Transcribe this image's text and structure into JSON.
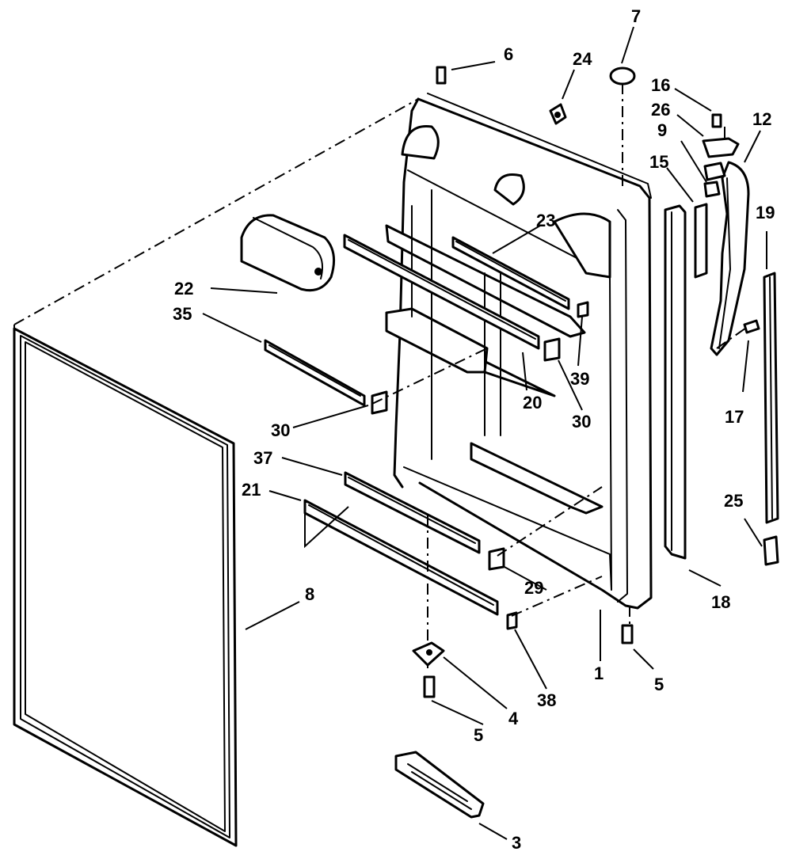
{
  "parts": [
    {
      "id": "door-liner",
      "callout": "1"
    },
    {
      "id": "door-gasket",
      "callout": "8"
    },
    {
      "id": "lower-hinge",
      "callout": "4"
    },
    {
      "id": "screw",
      "callout": "5"
    },
    {
      "id": "top-screw",
      "callout": "6"
    },
    {
      "id": "plug",
      "callout": "7"
    },
    {
      "id": "handle-bracket",
      "callout": "9"
    },
    {
      "id": "handle",
      "callout": "12"
    },
    {
      "id": "spacer",
      "callout": "15"
    },
    {
      "id": "handle-screw",
      "callout": "16"
    },
    {
      "id": "trim-screw",
      "callout": "17"
    },
    {
      "id": "door-trim",
      "callout": "18"
    },
    {
      "id": "handle-trim",
      "callout": "19"
    },
    {
      "id": "shelf-bar",
      "callout": "20"
    },
    {
      "id": "shelf-rail",
      "callout": "21"
    },
    {
      "id": "dairy-door",
      "callout": "22"
    },
    {
      "id": "upper-shelf-bar",
      "callout": "23"
    },
    {
      "id": "door-stop",
      "callout": "24"
    },
    {
      "id": "end-cap",
      "callout": "25"
    },
    {
      "id": "handle-cap",
      "callout": "26"
    },
    {
      "id": "shelf-end-lower",
      "callout": "29"
    },
    {
      "id": "shelf-end",
      "callout": "30"
    },
    {
      "id": "bar-rail",
      "callout": "35"
    },
    {
      "id": "lower-bar",
      "callout": "37"
    },
    {
      "id": "rail-clip",
      "callout": "38"
    },
    {
      "id": "upper-clip",
      "callout": "39"
    },
    {
      "id": "grille",
      "callout": "3"
    }
  ],
  "labels": {
    "l1": "1",
    "l3": "3",
    "l4": "4",
    "l5a": "5",
    "l5b": "5",
    "l6": "6",
    "l7": "7",
    "l8": "8",
    "l9": "9",
    "l12": "12",
    "l15": "15",
    "l16": "16",
    "l17": "17",
    "l18": "18",
    "l19": "19",
    "l20": "20",
    "l21": "21",
    "l22": "22",
    "l23": "23",
    "l24": "24",
    "l25": "25",
    "l26": "26",
    "l29": "29",
    "l30a": "30",
    "l30b": "30",
    "l35": "35",
    "l37": "37",
    "l38": "38",
    "l39": "39"
  }
}
